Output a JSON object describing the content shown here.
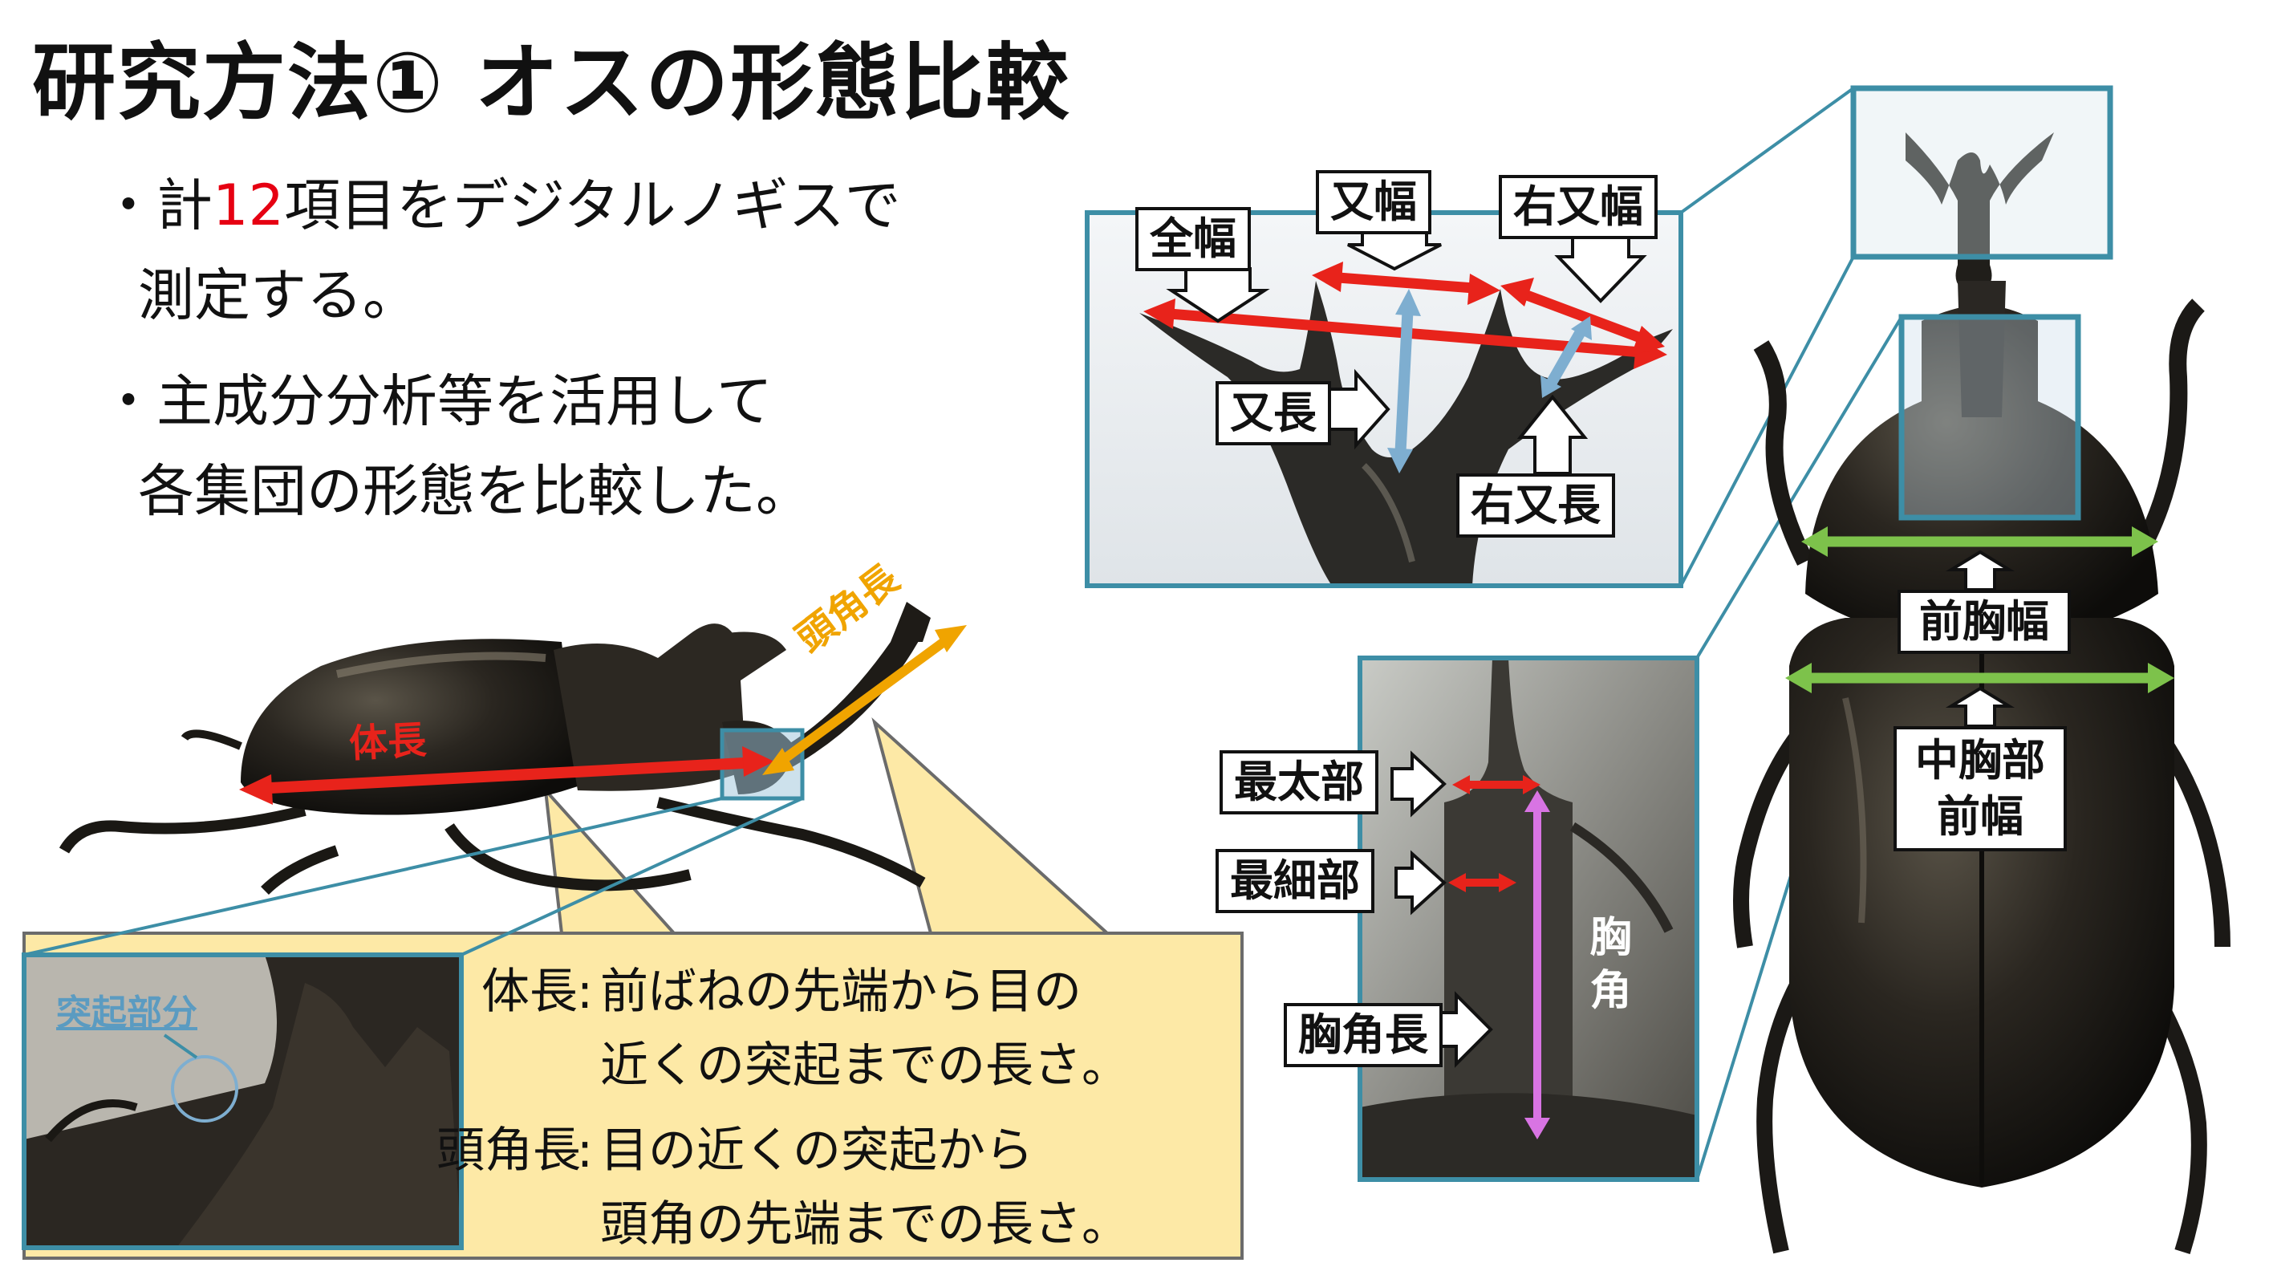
{
  "title": "研究方法① オスの形態比較",
  "bullets": {
    "b1_pre": "・計",
    "b1_num": "12",
    "b1_post": "項目をデジタルノギスで",
    "b1_line2": "測定する。",
    "b2_line1": "・主成分分析等を活用して",
    "b2_line2": "各集団の形態を比較した。"
  },
  "side_view": {
    "body_length_label": "体長",
    "head_horn_label": "頭角長",
    "inset_label": "突起部分"
  },
  "definitions": {
    "body_term": "体長",
    "body_desc1": "前ばねの先端から目の",
    "body_desc2": "近くの突起までの長さ。",
    "horn_term": "頭角長",
    "horn_desc1": "目の近くの突起から",
    "horn_desc2": "頭角の先端までの長さ。",
    "colon": ":"
  },
  "fork_inset": {
    "total_width": "全幅",
    "fork_width": "又幅",
    "right_fork_width": "右又幅",
    "fork_length": "又長",
    "right_fork_length": "右又長"
  },
  "thorax_inset": {
    "thickest": "最太部",
    "thinnest": "最細部",
    "horn_length": "胸角長",
    "horn_vertical": "胸角"
  },
  "top_view": {
    "prothorax_width": "前胸幅",
    "mesothorax_line1": "中胸部",
    "mesothorax_line2": "前幅"
  },
  "colors": {
    "red_arrow": "#e8231b",
    "orange_arrow": "#f0a400",
    "green_arrow": "#7dc24b",
    "blue_arrow": "#7eaed0",
    "magenta_arrow": "#d874e3",
    "frame": "#3d8ea6",
    "callout_fill": "#fde9a6"
  }
}
